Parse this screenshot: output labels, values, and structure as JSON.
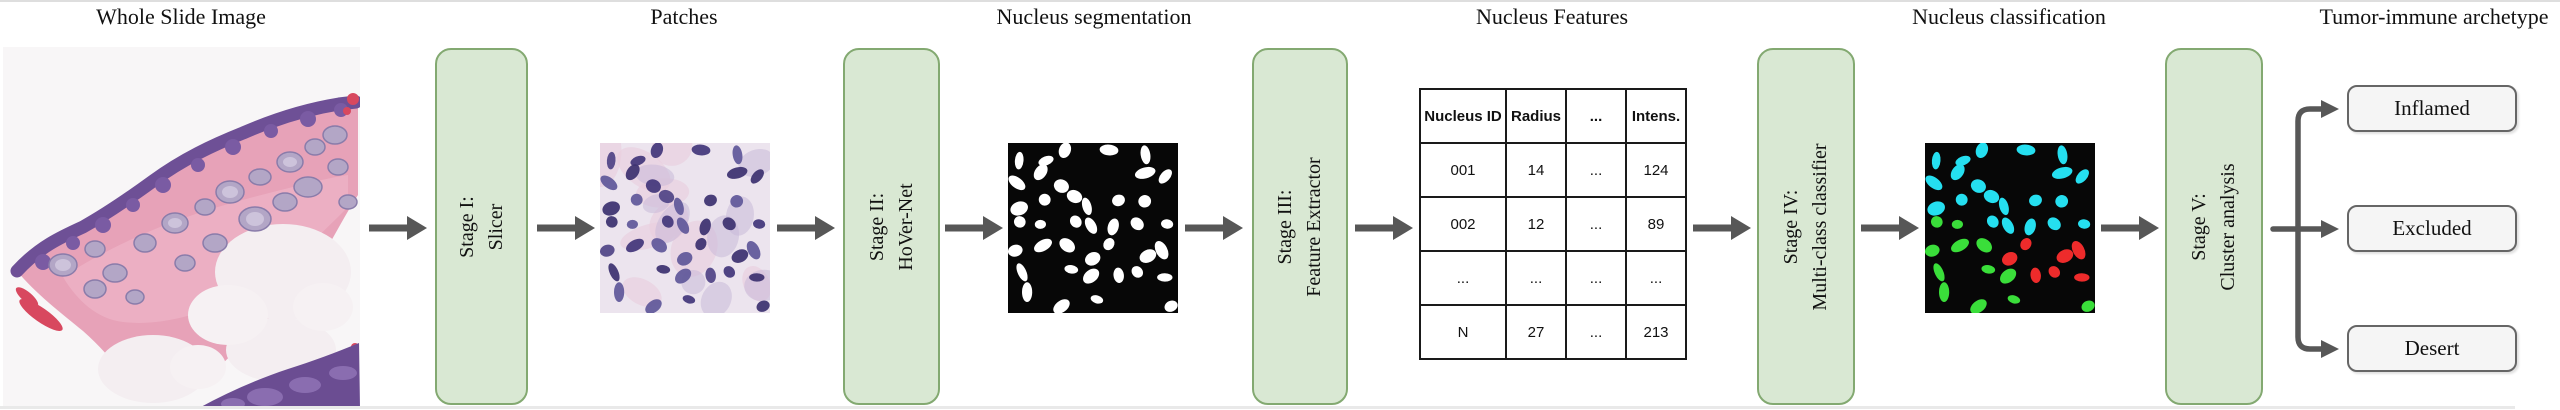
{
  "titles": [
    "Whole Slide Image",
    "Patches",
    "Nucleus segmentation",
    "Nucleus Features",
    "Nucleus classification",
    "Tumor-immune archetype"
  ],
  "stages": [
    {
      "line1": "Stage I:",
      "line2": "Slicer"
    },
    {
      "line1": "Stage II:",
      "line2": "HoVer-Net"
    },
    {
      "line1": "Stage III:",
      "line2": "Feature Extractor"
    },
    {
      "line1": "Stage IV:",
      "line2": "Multi-class classifier"
    },
    {
      "line1": "Stage V:",
      "line2": "Cluster analysis"
    }
  ],
  "table": {
    "headers": [
      "Nucleus ID",
      "Radius",
      "...",
      "Intens."
    ],
    "rows": [
      [
        "001",
        "14",
        "...",
        "124"
      ],
      [
        "002",
        "12",
        "...",
        "89"
      ],
      [
        "...",
        "...",
        "...",
        "..."
      ],
      [
        "N",
        "27",
        "...",
        "213"
      ]
    ]
  },
  "outputs": [
    "Inflamed",
    "Excluded",
    "Desert"
  ],
  "colors": {
    "stage_fill": "#d9e8d3",
    "stage_stroke": "#83a971",
    "arrow": "#575757",
    "output_fill": "#f5f5f5",
    "output_stroke": "#666666",
    "class_cyan": "#25dff0",
    "class_red": "#ee2b2b",
    "class_green": "#3ade3a"
  }
}
